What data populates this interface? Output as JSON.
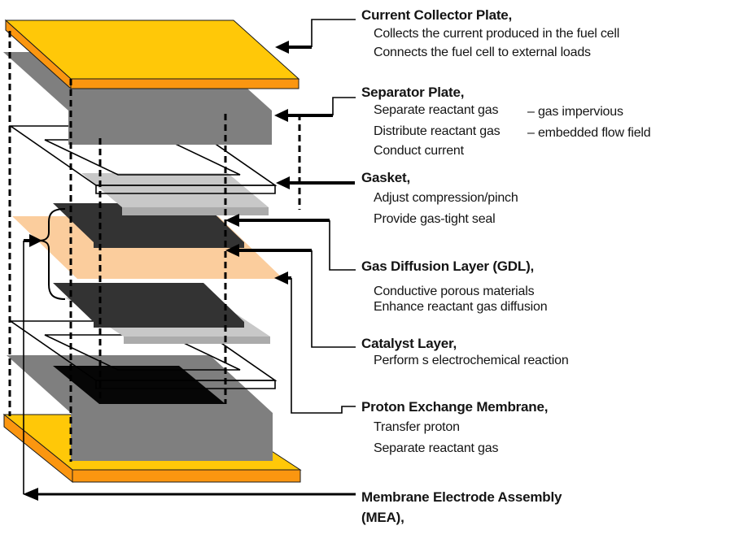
{
  "colors": {
    "collector_yellow": "#FFC808",
    "collector_orange": "#FB9610",
    "separator_gray": "#7F7F7F",
    "gdl_gray": "#C8C8C8",
    "gdl_gray_edge": "#ABABAB",
    "catalyst_dark": "#333333",
    "membrane_peach": "#FBCD9D",
    "flow_field_black": "#060606",
    "line_black": "#000000"
  },
  "labels": {
    "current_collector": {
      "title": "Current Collector Plate,",
      "line1": "Collects the current produced in the fuel cell",
      "line2": "Connects the fuel cell to external loads"
    },
    "separator": {
      "title": "Separator Plate,",
      "line1": "Separate reactant gas",
      "note1": "–  gas impervious",
      "line2": "Distribute reactant gas",
      "note2": "–  embedded flow field",
      "line3": "Conduct current"
    },
    "gasket": {
      "title": "Gasket,",
      "line1": "Adjust compression/pinch",
      "line2": "Provide gas-tight seal"
    },
    "gdl": {
      "title": "Gas Diffusion Layer (GDL),",
      "line1": "Conductive porous materials",
      "line2": "Enhance reactant gas diffusion"
    },
    "catalyst": {
      "title": "Catalyst Layer,",
      "line1": "Perform s electrochemical reaction"
    },
    "membrane": {
      "title": "Proton Exchange Membrane,",
      "line1": "Transfer proton",
      "line2": "Separate reactant gas"
    },
    "mea": {
      "title": "Membrane Electrode Assembly",
      "title2": "(MEA),"
    }
  }
}
